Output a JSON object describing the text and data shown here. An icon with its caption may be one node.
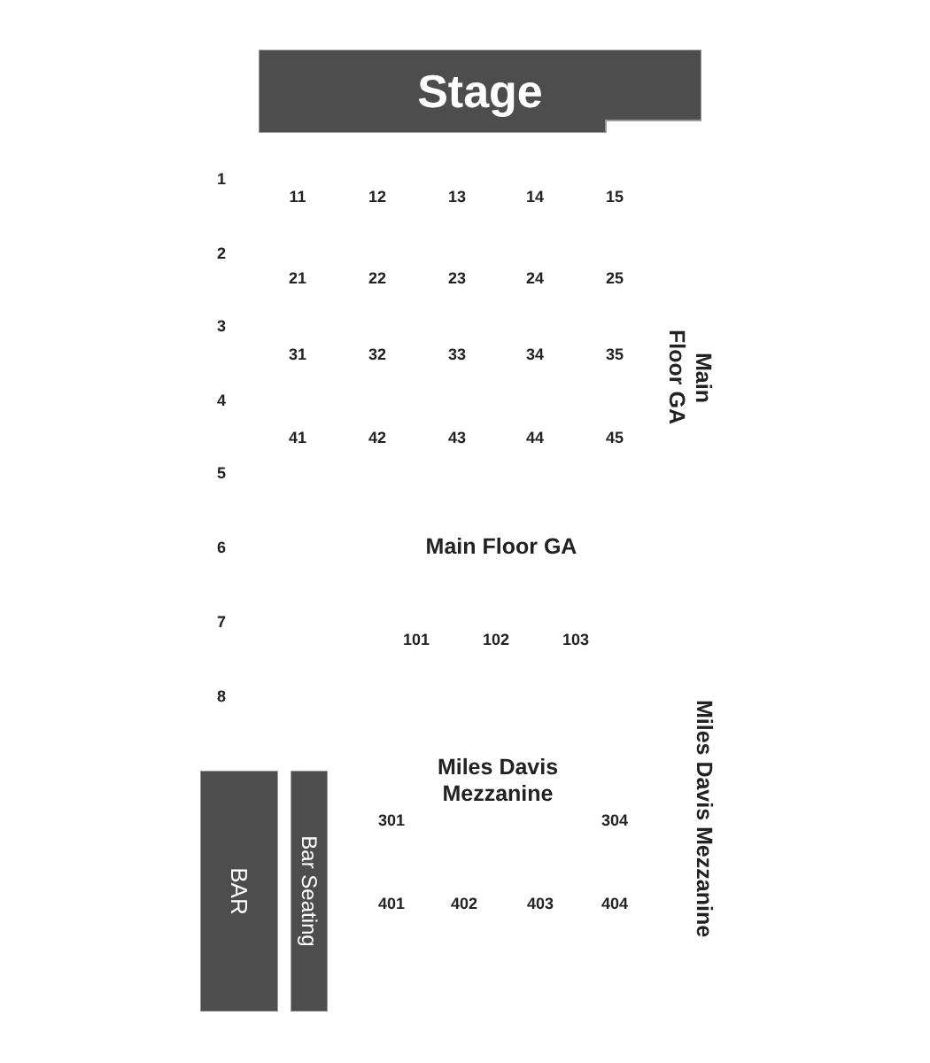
{
  "diagram": {
    "nodes": [
      {
        "text": [
          "Stage"
        ]
      },
      {
        "text": [
          "BAR"
        ]
      },
      {
        "text": [
          "Bar Seating"
        ]
      }
    ],
    "labels": [
      "1",
      "11",
      "12",
      "13",
      "14",
      "15",
      "2",
      "21",
      "22",
      "23",
      "24",
      "25",
      "3",
      "31",
      "32",
      "33",
      "34",
      "35",
      "Main Floor GA",
      "4",
      "41",
      "42",
      "43",
      "44",
      "45",
      "5",
      "6",
      "Main Floor GA",
      "7",
      "101",
      "102",
      "103",
      "8",
      "Miles Davis Mezzanine",
      "Miles Davis Mezzanine",
      "301",
      "304",
      "401",
      "402",
      "403",
      "404"
    ]
  }
}
